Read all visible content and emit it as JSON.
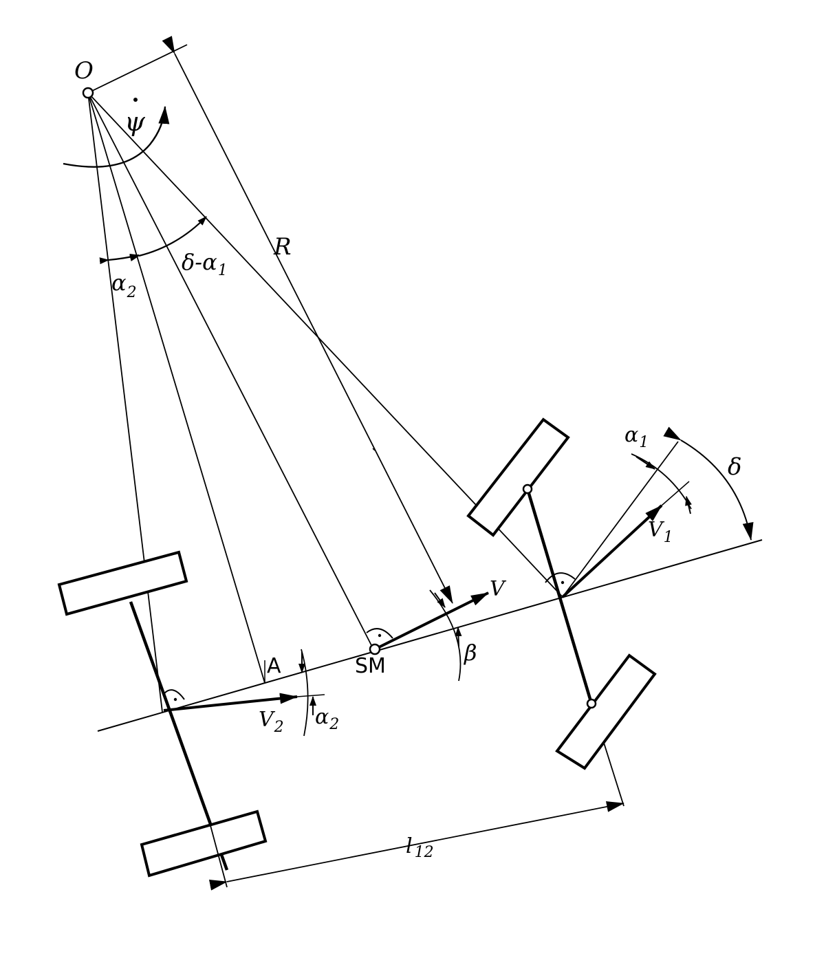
{
  "labels": {
    "origin": "O",
    "yaw_rate": "ψ",
    "radius": "R",
    "slip_front": "α",
    "slip_front_sub": "1",
    "slip_rear": "α",
    "slip_rear_sub": "2",
    "slip_rear_top": "α",
    "slip_rear_top_sub": "2",
    "steer_minus_slip": "δ-α",
    "steer_minus_slip_sub": "1",
    "steer_angle": "δ",
    "velocity": "V",
    "velocity_front": "V",
    "velocity_front_sub": "1",
    "velocity_rear": "V",
    "velocity_rear_sub": "2",
    "sideslip": "β",
    "center_of_mass": "SM",
    "point_a": "A",
    "wheelbase": "l",
    "wheelbase_sub": "12"
  }
}
